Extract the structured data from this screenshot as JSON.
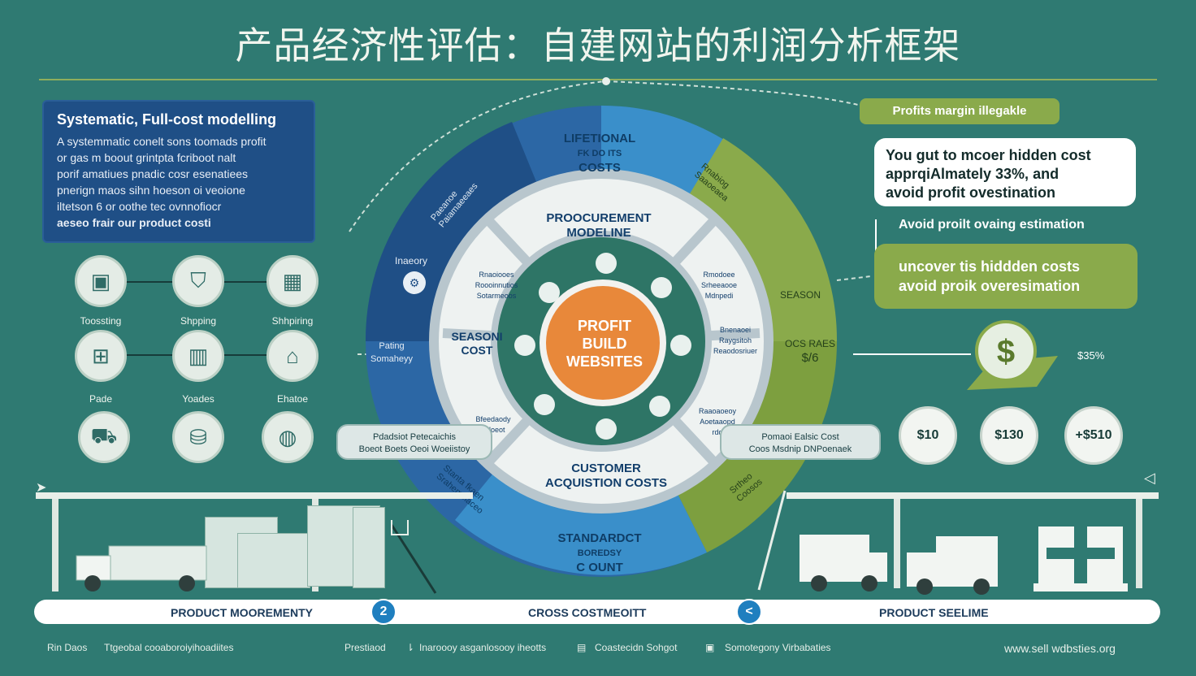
{
  "title": "产品经济性评估：自建网站的利润分析框架",
  "left_panel": {
    "heading": "Systematic, Full-cost modelling",
    "lines": [
      "A systemmatic conelt sons toomads profit",
      "or gas m boout grintpta fcriboot nalt",
      "porif amatiues pnadic cosr esenatiees",
      "pnerign maos sihn hoeson oi veoione",
      "iltetson 6 or oothe tec ovnnofiocr",
      "aeseo frair our product costi"
    ]
  },
  "left_icons": {
    "row1": [
      "Toossting",
      "Shpping",
      "Shhpiring"
    ],
    "row2": [
      "Pade",
      "Yoades",
      "Ehatoe"
    ]
  },
  "wheel": {
    "outer_top": [
      "LIFETIONAL",
      "FK DO ITS",
      "COSTS"
    ],
    "outer_bottom": [
      "STANDARDCT",
      "BOREDSY",
      "C OUNT"
    ],
    "outer_left_a": [
      "Paeanoe",
      "Paiamaeeaes"
    ],
    "outer_left_b": "Inaeory",
    "outer_left_c": [
      "Pating",
      "Somaheyy"
    ],
    "outer_left_d": [
      "Stanta fkaen",
      "Srahemoiaceo"
    ],
    "outer_right_a": [
      "Rnabiog",
      "Saaoeaea"
    ],
    "outer_right_b": "SEASON",
    "outer_right_c": [
      "OCS RAES",
      "$/6"
    ],
    "outer_right_d": [
      "Srtheo",
      "Coosos"
    ],
    "seg_top": [
      "PROOCUREMENT",
      "MODELINE"
    ],
    "seg_bottom": [
      "CUSTOMER",
      "ACQUISTION COSTS"
    ],
    "seg_left": [
      "SEASONI",
      "COST"
    ],
    "seg_left_small_top": [
      "Rnaoiooes",
      "Roooinnutios",
      "Sotarmeoos"
    ],
    "seg_left_small_bottom": [
      "Bfeedaody",
      "Rdoeot"
    ],
    "seg_right_small_top": [
      "Rmodoee",
      "Srheeaooe",
      "Mdnpedi"
    ],
    "seg_right_small_mid": [
      "Bnenaoei",
      "Raygsitoh",
      "Reaodosriuer"
    ],
    "seg_right_small_bottom": [
      "Raaoaoeoy",
      "Aoetaaopd",
      "rdd"
    ],
    "center": [
      "PROFIT",
      "BUILD",
      "WEBSITES"
    ]
  },
  "left_pill": [
    "Pdadsiot Petecaichis",
    "Boeot Boets Oeoi Woeiistoy"
  ],
  "right_pill": [
    "Pomaoi Ealsic Cost",
    "Coos Msdnip DNPoenaek"
  ],
  "right": {
    "tag": "Profits margin illegakle",
    "callout_lines": [
      "You gut to mcoer hidden cost",
      "apprqiAlmately 33%, and",
      "avoid profit ovestination"
    ],
    "note": "Avoid proilt ovaing estimation",
    "green_lines": [
      "uncover tis hiddden costs",
      "avoid proik overesimation"
    ],
    "money_label": "$35%",
    "coins": [
      "$10",
      "$130",
      "+$510"
    ]
  },
  "bottom_bar": {
    "left": "PRODUCT MOOREMENTY",
    "badge_left": "2",
    "middle": "CROSS COSTMEOITT",
    "badge_right": "<",
    "right": "PRODUCT SEELIME"
  },
  "footer": {
    "items": [
      "Rin Daos",
      "Ttgeobal cooaboroiyihoadiites",
      "Prestiaod",
      "Inaroooy asganlosooy iheotts",
      "Coastecidn Sohgot",
      "Somotegony Virbabaties"
    ],
    "url": "www.sell wdbsties.org"
  }
}
